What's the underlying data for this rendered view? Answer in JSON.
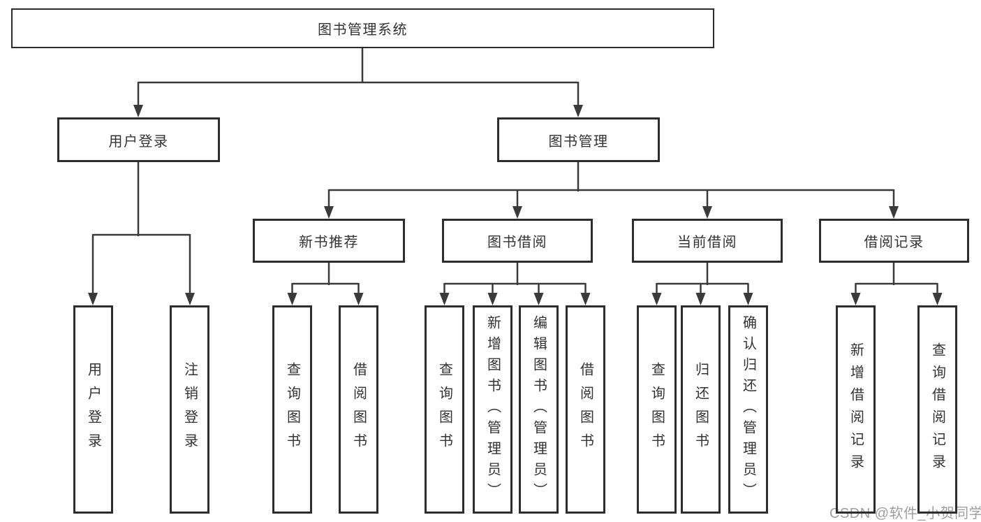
{
  "tree": {
    "label": "图书管理系统",
    "children": [
      {
        "label": "用户登录",
        "children": [
          {
            "label": "用户登录"
          },
          {
            "label": "注销登录"
          }
        ]
      },
      {
        "label": "图书管理",
        "children": [
          {
            "label": "新书推荐",
            "children": [
              {
                "label": "查询图书"
              },
              {
                "label": "借阅图书"
              }
            ]
          },
          {
            "label": "图书借阅",
            "children": [
              {
                "label": "查询图书"
              },
              {
                "label": "新增图书（管理员）"
              },
              {
                "label": "编辑图书（管理员）"
              },
              {
                "label": "借阅图书"
              }
            ]
          },
          {
            "label": "当前借阅",
            "children": [
              {
                "label": "查询图书"
              },
              {
                "label": "归还图书"
              },
              {
                "label": "确认归还（管理员）"
              }
            ]
          },
          {
            "label": "借阅记录",
            "children": [
              {
                "label": "新增借阅记录"
              },
              {
                "label": "查询借阅记录"
              }
            ]
          }
        ]
      }
    ]
  },
  "watermark": {
    "text": "CSDN @软件_小贺同学"
  },
  "colors": {
    "border": "#2d2d2d",
    "line": "#3a3a3a",
    "text": "#333333",
    "watermark": "#9e9e9e",
    "background": "#ffffff"
  }
}
